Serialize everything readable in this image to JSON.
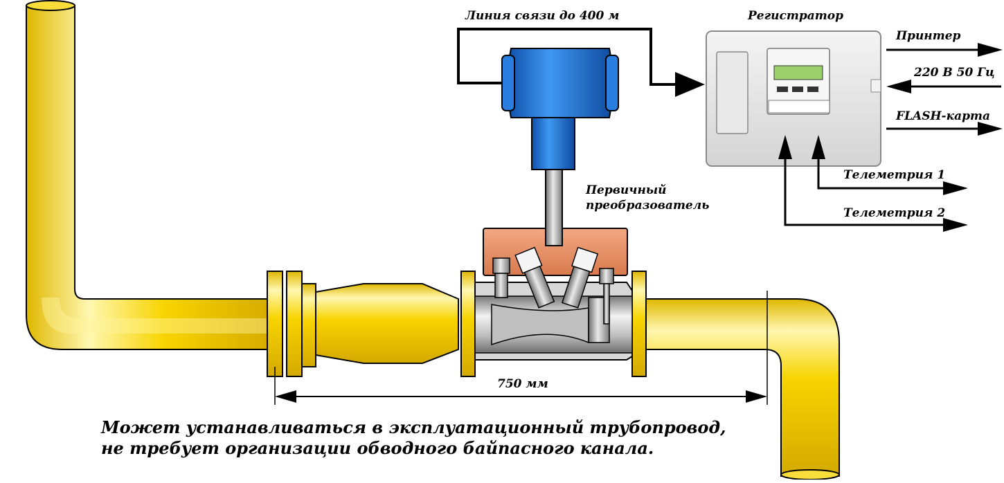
{
  "labels": {
    "link_line": "Линия связи до 400 м",
    "recorder": "Регистратор",
    "printer": "Принтер",
    "power": "220 В  50 Гц",
    "flash": "FLASH-карта",
    "telemetry1": "Телеметрия 1",
    "telemetry2": "Телеметрия 2",
    "primary_line1": "Первичный",
    "primary_line2": "преобразователь",
    "dimension": "750 мм",
    "caption_line1": "Может устанавливаться в эксплуатационный трубопровод,",
    "caption_line2": "не требует организации обводного байпасного канала."
  },
  "colors": {
    "pipe": "#f5d000",
    "pipe_highlight": "#fff7b0",
    "transmitter": "#1f78d8",
    "stem": "#8c8c8c",
    "housing": "#e8926a",
    "recorder_body": "#e6e6e6",
    "lcd": "#9bd06a"
  },
  "icons": [
    "arrow-right-icon",
    "arrow-left-icon",
    "arrow-up-icon"
  ]
}
